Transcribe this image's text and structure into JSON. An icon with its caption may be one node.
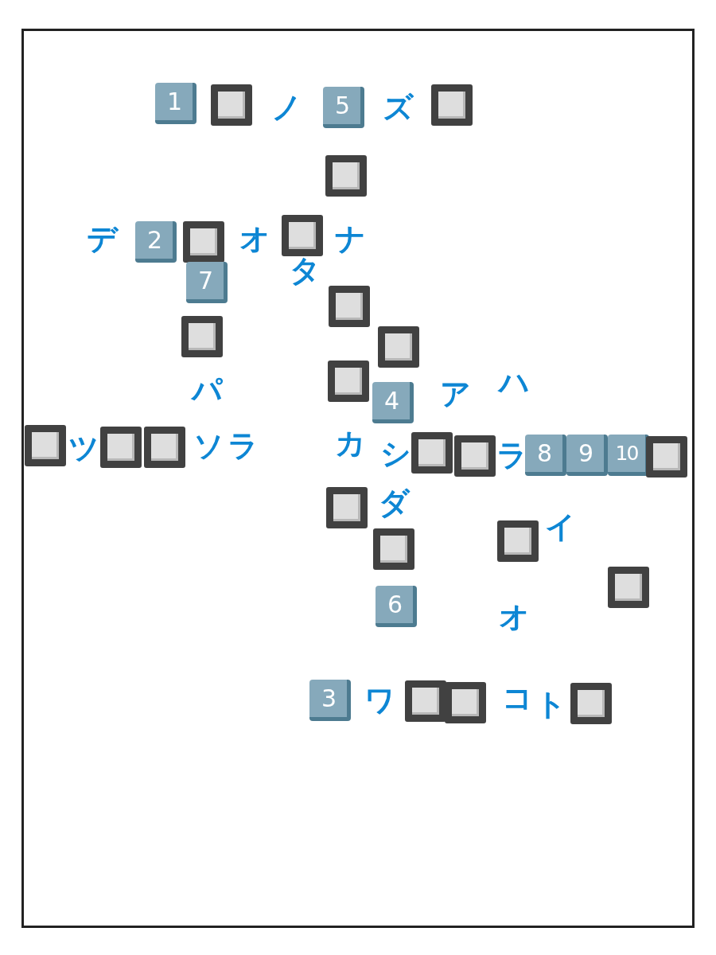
{
  "diagram": {
    "nodes": [
      {
        "text": [
          "1"
        ]
      },
      {
        "text": [],
        "shape": "box"
      },
      {
        "text": [
          "5"
        ]
      },
      {
        "text": [],
        "shape": "box"
      },
      {
        "text": [],
        "shape": "box"
      },
      {
        "text": [
          "2"
        ]
      },
      {
        "text": [],
        "shape": "box"
      },
      {
        "text": [],
        "shape": "box"
      },
      {
        "text": [
          "7"
        ]
      },
      {
        "text": [],
        "shape": "box"
      },
      {
        "text": [],
        "shape": "box"
      },
      {
        "text": [],
        "shape": "box"
      },
      {
        "text": [],
        "shape": "box"
      },
      {
        "text": [
          "4"
        ]
      },
      {
        "text": [],
        "shape": "box"
      },
      {
        "text": [],
        "shape": "box"
      },
      {
        "text": [],
        "shape": "box"
      },
      {
        "text": [],
        "shape": "box"
      },
      {
        "text": [],
        "shape": "box"
      },
      {
        "text": [
          "8"
        ]
      },
      {
        "text": [
          "9"
        ]
      },
      {
        "text": [
          "10"
        ]
      },
      {
        "text": [],
        "shape": "box"
      },
      {
        "text": [],
        "shape": "box"
      },
      {
        "text": [],
        "shape": "box"
      },
      {
        "text": [],
        "shape": "box"
      },
      {
        "text": [],
        "shape": "box"
      },
      {
        "text": [
          "6"
        ]
      },
      {
        "text": [
          "3"
        ]
      },
      {
        "text": [],
        "shape": "box"
      },
      {
        "text": [],
        "shape": "box"
      },
      {
        "text": [],
        "shape": "box"
      }
    ],
    "labels": [
      "ノ",
      "ズ",
      "デ",
      "オ",
      "ナ",
      "タ",
      "パ",
      "ア",
      "ハ",
      "ツ",
      "ソ",
      "ラ",
      "カ",
      "シ",
      "ラ",
      "ダ",
      "イ",
      "オ",
      "ワ",
      "コ",
      "ト"
    ]
  }
}
